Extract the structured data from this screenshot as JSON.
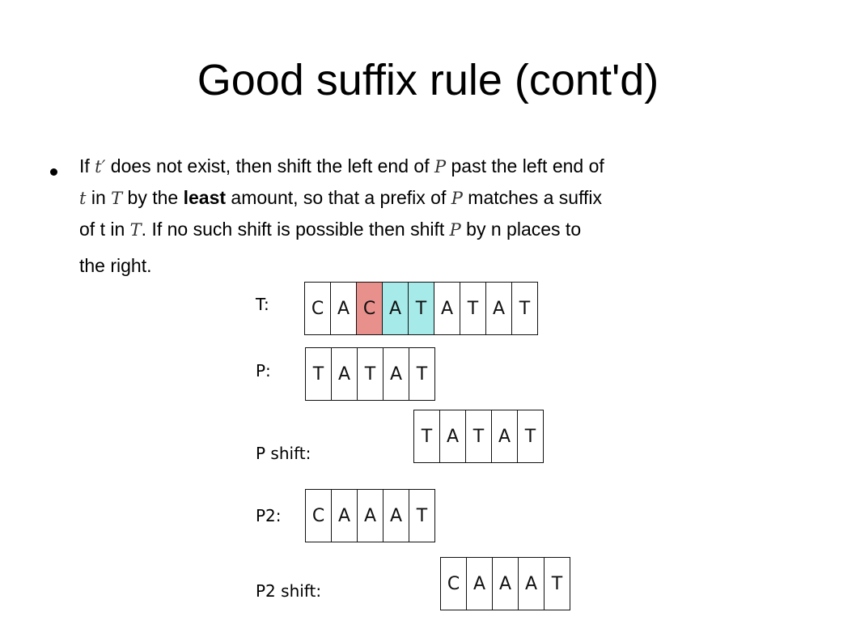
{
  "title": "Good suffix rule (cont'd)",
  "bullet": {
    "l1_a": "If ",
    "l1_m1": "t′",
    "l1_b": " does not exist, then shift the left end of ",
    "l1_m2": "P",
    "l1_c": " past the left end of",
    "l2_m1": "t",
    "l2_a": " in ",
    "l2_m2": "T",
    "l2_b": " by the ",
    "l2_bold": "least",
    "l2_c": " amount, so that a prefix of ",
    "l2_m3": "P",
    "l2_d": " matches a suffix",
    "l3_a": "of t in ",
    "l3_m1": "T",
    "l3_b": ". If no such shift is possible then shift ",
    "l3_m2": "P",
    "l3_c": " by n places to",
    "l4_a": "the right."
  },
  "colors": {
    "mismatch": "#e8908c",
    "match": "#a6eaea"
  },
  "diagram": {
    "rows": [
      {
        "label": "T:",
        "cells": [
          {
            "ch": "C"
          },
          {
            "ch": "A"
          },
          {
            "ch": "C",
            "hl": "mismatch"
          },
          {
            "ch": "A",
            "hl": "match"
          },
          {
            "ch": "T",
            "hl": "match"
          },
          {
            "ch": "A"
          },
          {
            "ch": "T"
          },
          {
            "ch": "A"
          },
          {
            "ch": "T"
          }
        ]
      },
      {
        "label": "P:",
        "cells": [
          {
            "ch": "T"
          },
          {
            "ch": "A"
          },
          {
            "ch": "T"
          },
          {
            "ch": "A"
          },
          {
            "ch": "T"
          }
        ]
      },
      {
        "label": "P shift:",
        "cells": [
          {
            "ch": "T"
          },
          {
            "ch": "A"
          },
          {
            "ch": "T"
          },
          {
            "ch": "A"
          },
          {
            "ch": "T"
          }
        ]
      },
      {
        "label": "P2:",
        "cells": [
          {
            "ch": "C"
          },
          {
            "ch": "A"
          },
          {
            "ch": "A"
          },
          {
            "ch": "A"
          },
          {
            "ch": "T"
          }
        ]
      },
      {
        "label": "P2 shift:",
        "cells": [
          {
            "ch": "C"
          },
          {
            "ch": "A"
          },
          {
            "ch": "A"
          },
          {
            "ch": "A"
          },
          {
            "ch": "T"
          }
        ]
      }
    ]
  }
}
